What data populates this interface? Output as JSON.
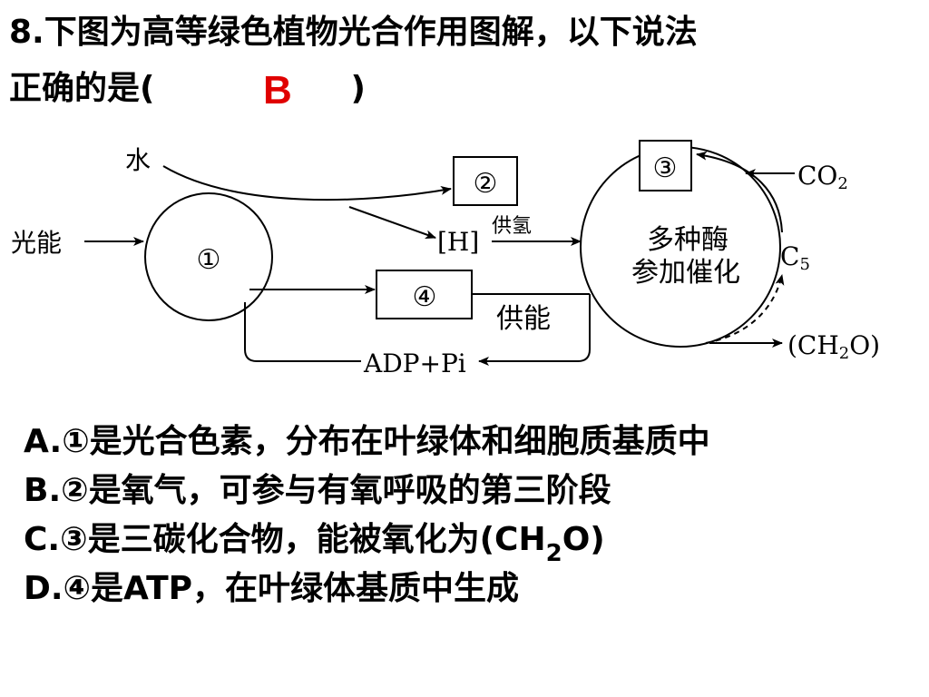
{
  "question": {
    "line1": "8.下图为高等绿色植物光合作用图解，以下说法",
    "line2": "正确的是(　　　　　　)",
    "answer": "B"
  },
  "diagram": {
    "water": "水",
    "light_energy": "光能",
    "circle1": "①",
    "box2": "②",
    "box3": "③",
    "box4": "④",
    "h": "[H]",
    "gongqing": "供氢",
    "co2_main": "CO",
    "co2_sub": "2",
    "enzyme_line1": "多种酶",
    "enzyme_line2": "参加催化",
    "c5_main": "C",
    "c5_sub": "5",
    "gongneng": "供能",
    "adp": "ADP+Pi",
    "ch2o_a": "(CH",
    "ch2o_sub": "2",
    "ch2o_b": "O)"
  },
  "options": {
    "A": "A.①是光合色素，分布在叶绿体和细胞质基质中",
    "B": "B.②是氧气，可参与有氧呼吸的第三阶段",
    "C_pre": "C.③是三碳化合物，能被氧化为(CH",
    "C_sub": "2",
    "C_post": "O)",
    "D": "D.④是ATP，在叶绿体基质中生成"
  }
}
